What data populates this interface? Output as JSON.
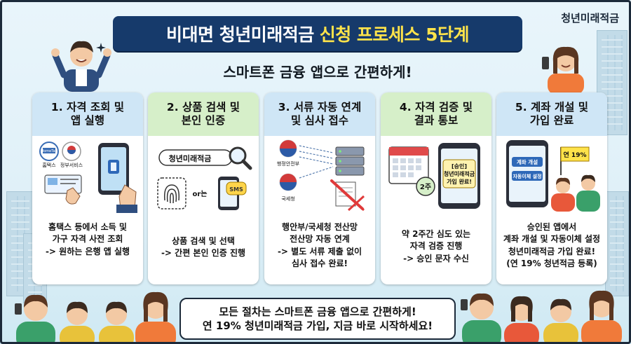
{
  "brand": "청년미래적금",
  "title": {
    "main": "비대면 청년미래적금 ",
    "highlight": "신청 프로세스 5단계"
  },
  "subtitle": "스마트폰 금융 앱으로 간편하게!",
  "steps": [
    {
      "title": "1. 자격 조회 및\n앱 실행",
      "head_color": "#cfe6f6",
      "text": "홈택스 등에서 소득 및\n가구 자격 사전 조회\n-> 원하는 은행 앱 실행",
      "labels": {
        "hometax": "홈택스",
        "gov": "정부서비스",
        "hometax_logo": "HomeTax"
      }
    },
    {
      "title": "2. 상품 검색 및\n본인 인증",
      "head_color": "#d6efc9",
      "text": "상품 검색 및 선택\n-> 간편 본인 인증 진행",
      "labels": {
        "search_term": "청년미래적금",
        "or": "or는",
        "sms": "SMS"
      }
    },
    {
      "title": "3. 서류 자동 연계\n및 심사 접수",
      "head_color": "#cfe6f6",
      "text": "행안부/국세청 전산망\n전산망 자동 연계\n-> 별도 서류 제출 없이\n심사 접수 완료!",
      "labels": {
        "ministry": "행정안전부",
        "nts": "국세청"
      }
    },
    {
      "title": "4. 자격 검증 및\n결과 통보",
      "head_color": "#d6efc9",
      "text": "약 2주간 심도 있는\n자격 검증 진행\n-> 승인 문자 수신",
      "labels": {
        "weeks": "2주",
        "msg": "[승인]\n청년미래적금\n가입 완료!"
      }
    },
    {
      "title": "5. 계좌 개설 및\n가입 완료",
      "head_color": "#cfe6f6",
      "text": "승인된 앱에서\n계좌 개설 및 자동이체 설정\n청년미래적금 가입 완료!\n(연 19% 청년적금 등록)",
      "labels": {
        "open": "계좌 개설",
        "auto": "자동이체 설정",
        "rate": "연 19%"
      }
    }
  ],
  "bottom": {
    "line1": "모든 절차는 스마트폰 금융 앱으로 간편하게!",
    "line2": "연 19% 청년미래적금 가입, 지금 바로 시작하세요!"
  },
  "colors": {
    "navy": "#163a6b",
    "yellow": "#ffe34a",
    "blue_head": "#cfe6f6",
    "green_head": "#d6efc9"
  }
}
